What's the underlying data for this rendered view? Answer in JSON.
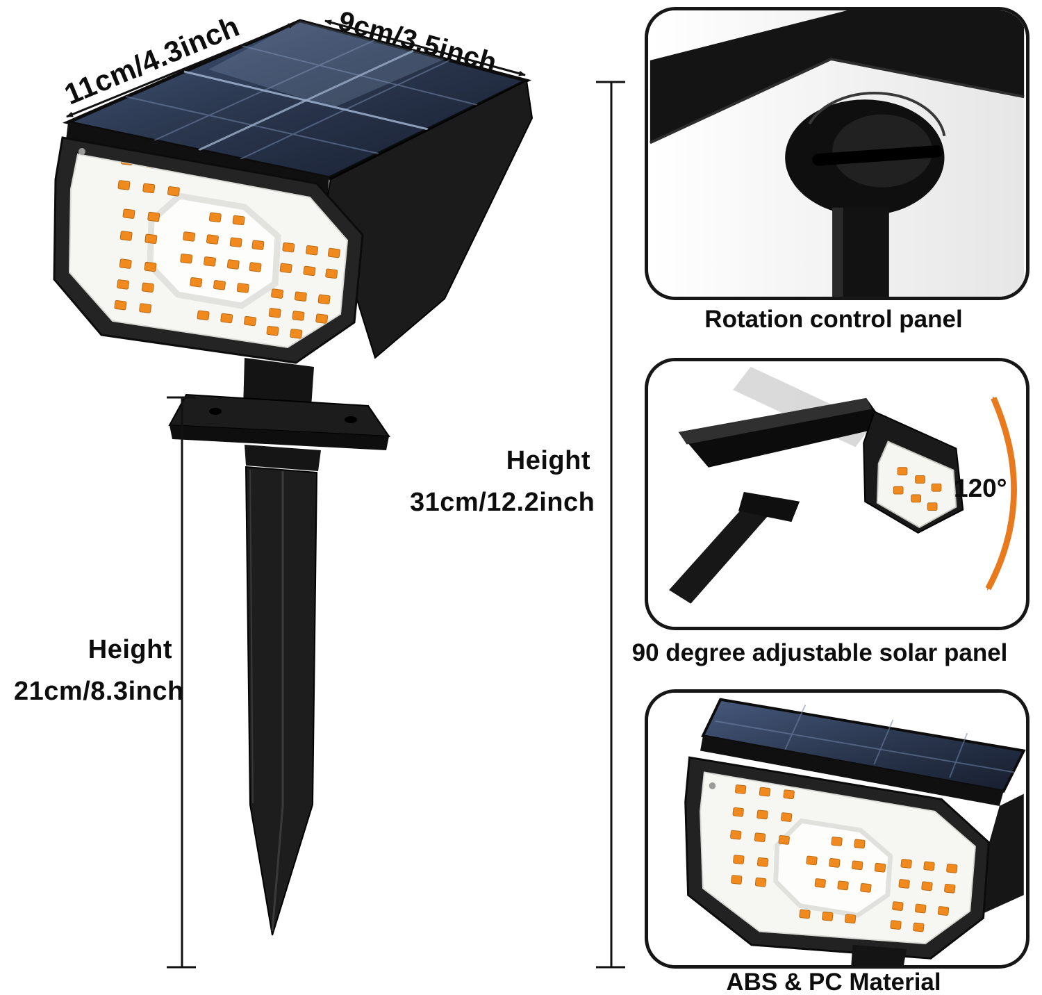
{
  "colors": {
    "accent_orange": "#E87A1D",
    "led_orange": "#F08A1E",
    "solar_panel_blue": "#2B3850",
    "ink_black": "#111111"
  },
  "main_figure": {
    "dim_width_left": "11cm/4.3inch",
    "dim_width_right": "9cm/3.5inch",
    "height_right_label": "Height",
    "height_right_value": "31cm/12.2inch",
    "height_left_label": "Height",
    "height_left_value": "21cm/8.3inch"
  },
  "detail_panels": [
    {
      "caption": "Rotation control panel"
    },
    {
      "caption": "90 degree adjustable solar panel",
      "angle": "120°"
    },
    {
      "caption": "ABS & PC Material"
    }
  ]
}
